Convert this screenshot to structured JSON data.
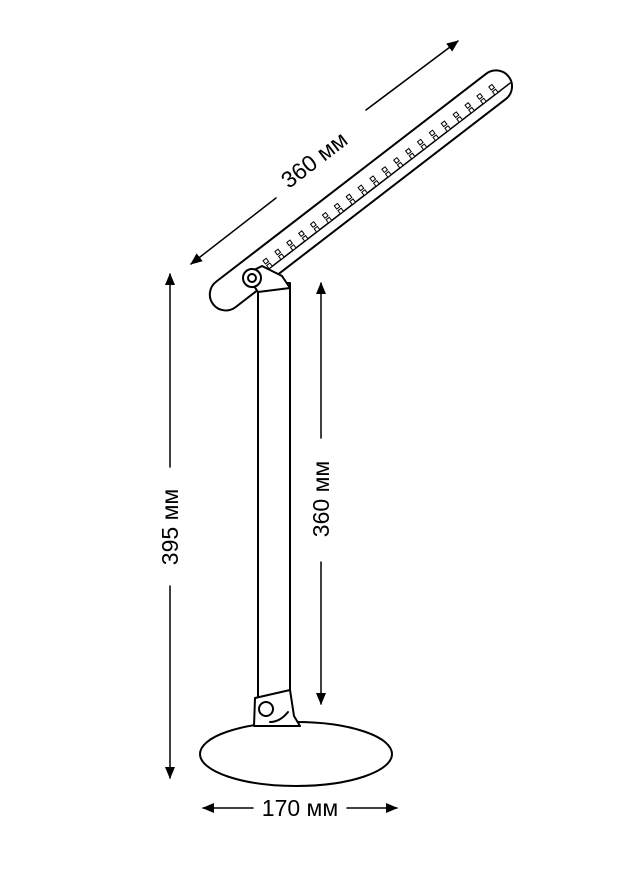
{
  "dimensions": {
    "arm_length": "360 мм",
    "total_height": "395 мм",
    "pole_height": "360 мм",
    "base_width": "170 мм"
  },
  "icons": {
    "arrowhead": "arrowhead-icon",
    "led": "led-chip-icon"
  }
}
